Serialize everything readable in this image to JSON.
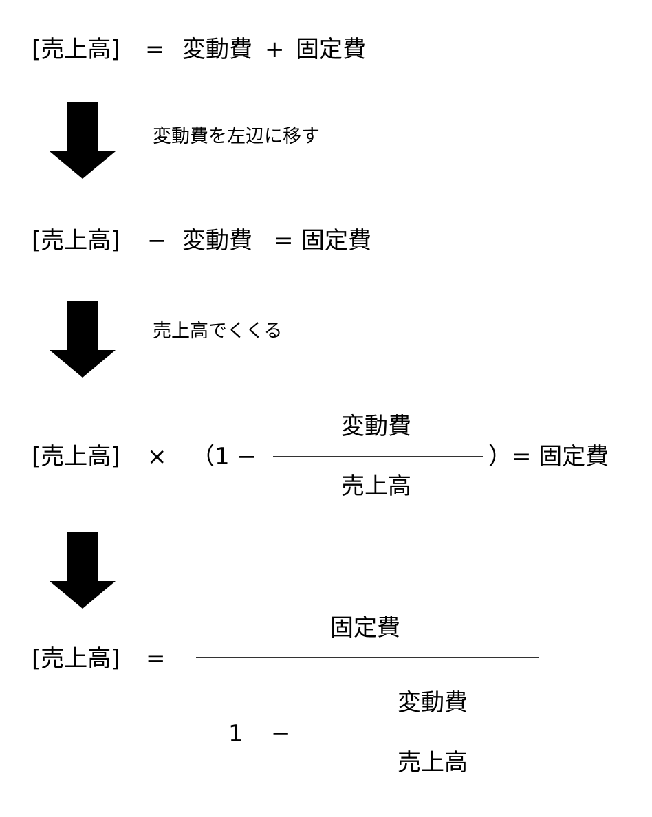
{
  "step1": {
    "lhs": "[売上高]",
    "eq": "=",
    "term1": "変動費",
    "plus": "+",
    "term2": "固定費"
  },
  "note1": "変動費を左辺に移す",
  "step2": {
    "lhs": "[売上高]",
    "minus": "−",
    "term1": "変動費",
    "eq": "=",
    "rhs": "固定費"
  },
  "note2": "売上高でくくる",
  "step3": {
    "lhs": "[売上高]",
    "times": "×",
    "open": "（1 −",
    "numerator": "変動費",
    "denominator": "売上高",
    "close": "）= 固定費"
  },
  "step4": {
    "lhs": "[売上高]",
    "eq": "=",
    "numerator": "固定費",
    "one": "1",
    "minus": "−",
    "inner_numerator": "変動費",
    "inner_denominator": "売上高"
  },
  "colors": {
    "text": "#000000",
    "arrow": "#000000",
    "fraction_line": "#333333"
  },
  "icons": [
    "down-arrow-icon",
    "down-arrow-icon",
    "down-arrow-icon"
  ]
}
